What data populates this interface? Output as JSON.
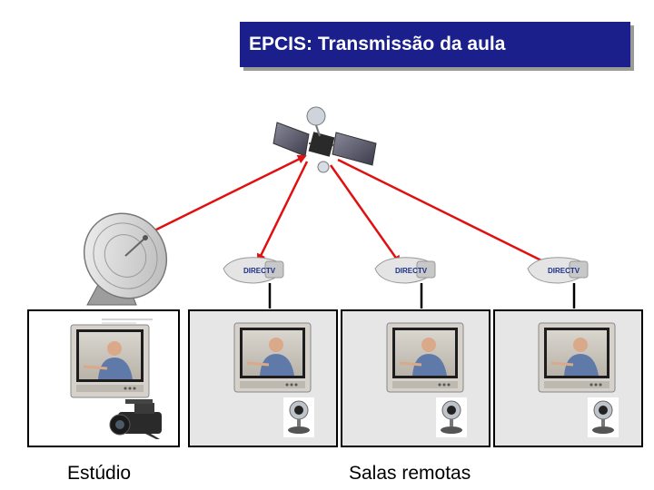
{
  "title": "EPCIS: Transmissão da aula",
  "captions": {
    "studio": "Estúdio",
    "remote_rooms": "Salas remotas"
  },
  "colors": {
    "title_bg": "#1a1f8c",
    "uplink_arrows": "#e01010",
    "room_bg": "#e6e6e6",
    "studio_bg": "#ffffff"
  },
  "icons": {
    "satellite": "satellite-icon",
    "uplink_dish": "parabolic-antenna-icon",
    "receiver_dish": "satellite-dish-icon",
    "tv": "tv-monitor-icon",
    "camera": "video-camera-icon",
    "webcam": "webcam-icon"
  },
  "dish_brand": "DIRECTV"
}
